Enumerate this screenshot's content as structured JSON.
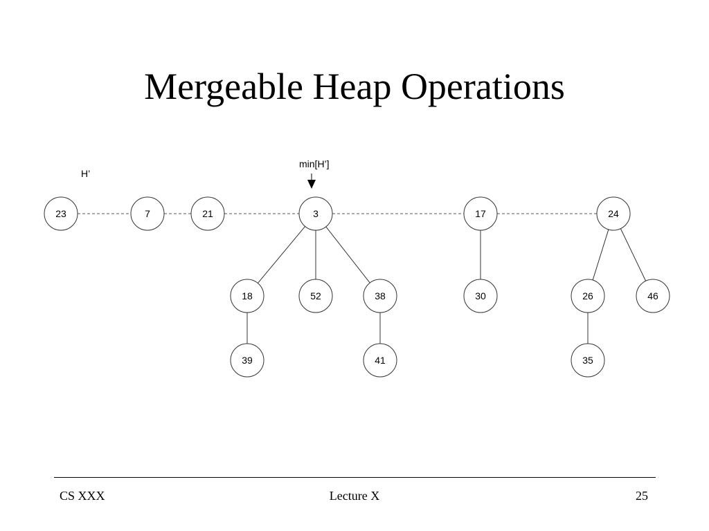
{
  "slide": {
    "title": "Mergeable Heap Operations"
  },
  "diagram": {
    "heap_label": "H’",
    "min_pointer_label": "min[H’]",
    "min_pointer_target": "3",
    "root_list": [
      "23",
      "7",
      "21",
      "3",
      "17",
      "24"
    ],
    "nodes": [
      {
        "key": "23",
        "parent": null
      },
      {
        "key": "7",
        "parent": null
      },
      {
        "key": "21",
        "parent": null
      },
      {
        "key": "3",
        "parent": null
      },
      {
        "key": "17",
        "parent": null
      },
      {
        "key": "24",
        "parent": null
      },
      {
        "key": "18",
        "parent": "3"
      },
      {
        "key": "52",
        "parent": "3"
      },
      {
        "key": "38",
        "parent": "3"
      },
      {
        "key": "30",
        "parent": "17"
      },
      {
        "key": "26",
        "parent": "24"
      },
      {
        "key": "46",
        "parent": "24"
      },
      {
        "key": "39",
        "parent": "18"
      },
      {
        "key": "41",
        "parent": "38"
      },
      {
        "key": "35",
        "parent": "26"
      }
    ]
  },
  "footer": {
    "left": "CS XXX",
    "center": "Lecture X",
    "right": "25"
  }
}
